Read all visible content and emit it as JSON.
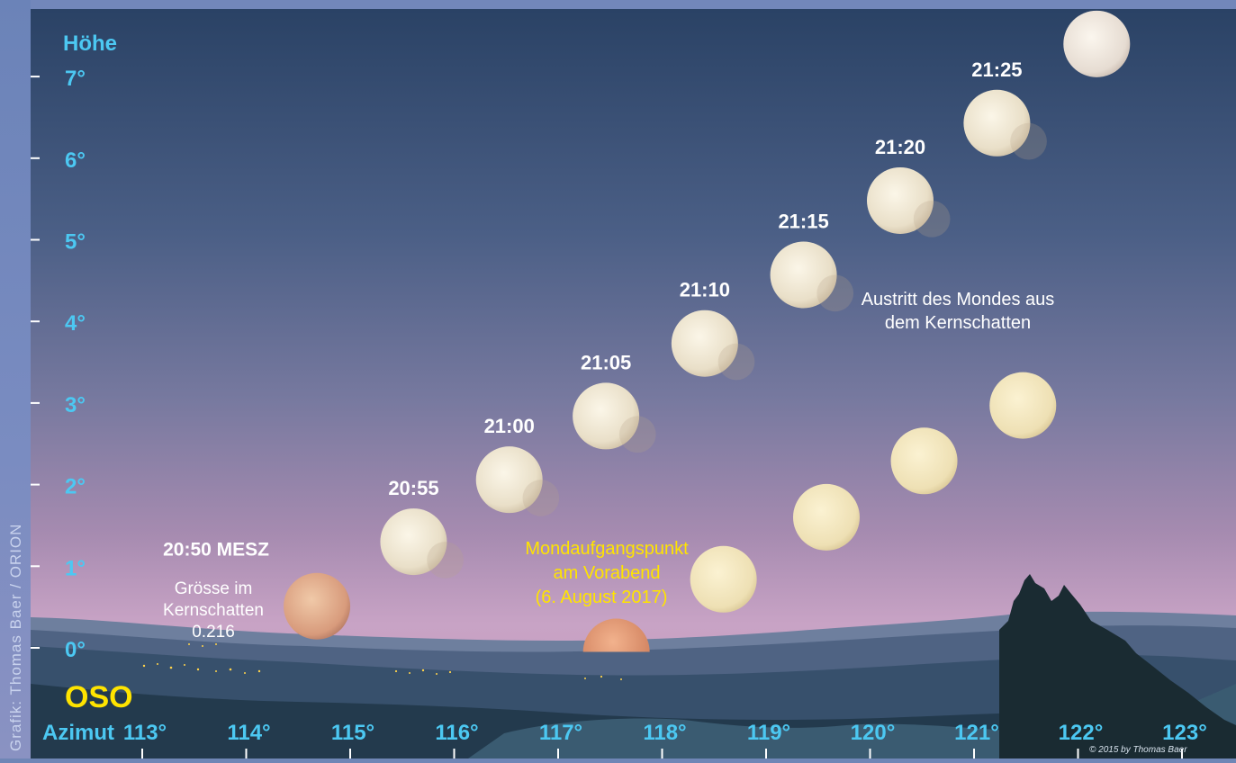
{
  "credit": "Grafik: Thomas Baer / ORION",
  "copyright": "© 2015 by Thomas Baer",
  "colors": {
    "axis_label": "#4cc8f2",
    "direction": "#ffe400",
    "time_label": "#ffffff",
    "annotation_yellow": "#ffe400",
    "sky_top": "#2c4568",
    "sky_mid": "#7d7fa6",
    "sky_horizon": "#c8a4c6",
    "moon": "#f3ecd8",
    "moon_rise": "#e7a57d"
  },
  "axes": {
    "y_title": "Höhe",
    "x_title": "Azimut",
    "direction": "OSO",
    "y_ticks": [
      {
        "value": 0,
        "label": "0°"
      },
      {
        "value": 1,
        "label": "1°"
      },
      {
        "value": 2,
        "label": "2°"
      },
      {
        "value": 3,
        "label": "3°"
      },
      {
        "value": 4,
        "label": "4°"
      },
      {
        "value": 5,
        "label": "5°"
      },
      {
        "value": 6,
        "label": "6°"
      },
      {
        "value": 7,
        "label": "7°"
      }
    ],
    "x_ticks": [
      {
        "value": 113,
        "label": "113°"
      },
      {
        "value": 114,
        "label": "114°"
      },
      {
        "value": 115,
        "label": "115°"
      },
      {
        "value": 116,
        "label": "116°"
      },
      {
        "value": 117,
        "label": "117°"
      },
      {
        "value": 118,
        "label": "118°"
      },
      {
        "value": 119,
        "label": "119°"
      },
      {
        "value": 120,
        "label": "120°"
      },
      {
        "value": 121,
        "label": "121°"
      },
      {
        "value": 122,
        "label": "122°"
      },
      {
        "value": 123,
        "label": "123°"
      }
    ]
  },
  "eclipse_moons": [
    {
      "time": "20:50 MESZ",
      "az": 114.68,
      "alt": 0.51,
      "tone": "eclipsed"
    },
    {
      "time": "20:55",
      "az": 115.61,
      "alt": 1.3,
      "tone": "partial"
    },
    {
      "time": "21:00",
      "az": 116.53,
      "alt": 2.06,
      "tone": "partial"
    },
    {
      "time": "21:05",
      "az": 117.46,
      "alt": 2.84,
      "tone": "partial"
    },
    {
      "time": "21:10",
      "az": 118.41,
      "alt": 3.73,
      "tone": "partial"
    },
    {
      "time": "21:15",
      "az": 119.36,
      "alt": 4.57,
      "tone": "partial"
    },
    {
      "time": "21:20",
      "az": 120.29,
      "alt": 5.48,
      "tone": "partial"
    },
    {
      "time": "21:25",
      "az": 121.22,
      "alt": 6.43,
      "tone": "partial"
    },
    {
      "time": "",
      "az": 122.18,
      "alt": 7.4,
      "tone": "full"
    }
  ],
  "rise_moons": [
    {
      "az": 117.56,
      "alt": -0.05,
      "tone": "rise"
    },
    {
      "az": 118.59,
      "alt": 0.84,
      "tone": "pale"
    },
    {
      "az": 119.58,
      "alt": 1.6,
      "tone": "pale"
    },
    {
      "az": 120.52,
      "alt": 2.29,
      "tone": "pale"
    },
    {
      "az": 121.47,
      "alt": 2.97,
      "tone": "pale"
    }
  ],
  "annotations": {
    "first_size_line1": "Grösse im",
    "first_size_line2": "Kernschatten",
    "first_size_value": "0.216",
    "exit_line1": "Austritt des Mondes aus",
    "exit_line2": "dem Kernschatten",
    "rise_line1": "Mondaufgangspunkt",
    "rise_line2": "am Vorabend",
    "rise_line3": "(6. August 2017)"
  }
}
